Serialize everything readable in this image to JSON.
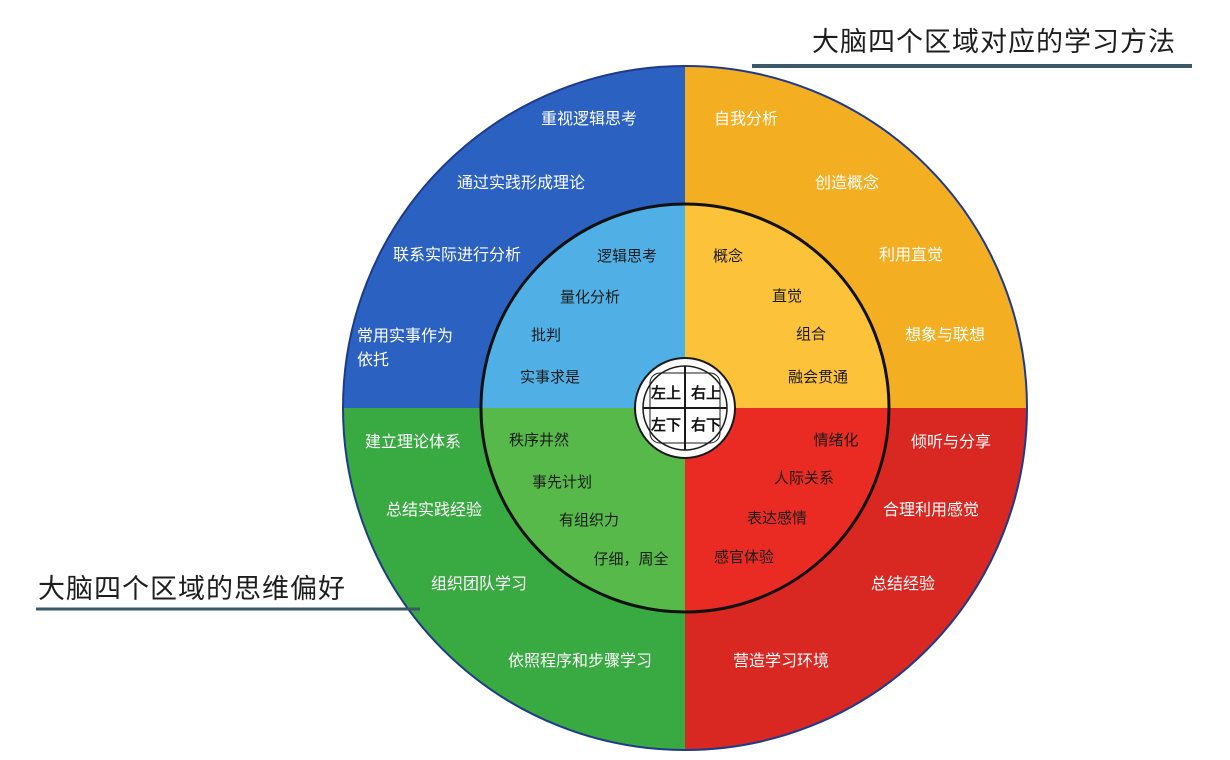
{
  "titles": {
    "top": "大脑四个区域对应的学习方法",
    "bottom": "大脑四个区域的思维偏好"
  },
  "colors": {
    "upper_left": "#2b61c0",
    "upper_right": "#f3ae21",
    "lower_left": "#39a942",
    "lower_right": "#d92722",
    "upper_left_inner": "#50b0e6",
    "upper_right_inner": "#fbc23a",
    "lower_left_inner": "#56b94a",
    "lower_right_inner": "#ea2b23",
    "rule_line": "#3a5866"
  },
  "hub": {
    "upper_left": "左上",
    "upper_right": "右上",
    "lower_left": "左下",
    "lower_right": "右下"
  },
  "quadrants": {
    "upper_left": {
      "outer": [
        "重视逻辑思考",
        "通过实践形成理论",
        "联系实际进行分析",
        "常用实事作为",
        "依托"
      ],
      "inner": [
        "逻辑思考",
        "量化分析",
        "批判",
        "实事求是"
      ]
    },
    "upper_right": {
      "outer": [
        "自我分析",
        "创造概念",
        "利用直觉",
        "想象与联想"
      ],
      "inner": [
        "概念",
        "直觉",
        "组合",
        "融会贯通"
      ]
    },
    "lower_left": {
      "outer": [
        "建立理论体系",
        "总结实践经验",
        "组织团队学习",
        "依照程序和步骤学习"
      ],
      "inner": [
        "秩序井然",
        "事先计划",
        "有组织力",
        "仔细，周全"
      ]
    },
    "lower_right": {
      "outer": [
        "倾听与分享",
        "合理利用感觉",
        "总结经验",
        "营造学习环境"
      ],
      "inner": [
        "情绪化",
        "人际关系",
        "表达感情",
        "感官体验"
      ]
    }
  }
}
